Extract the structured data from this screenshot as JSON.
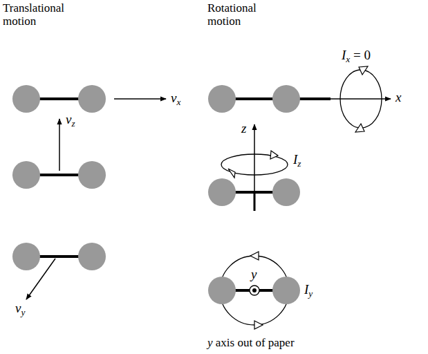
{
  "diagram": {
    "labels": [
      "Translational motion",
      "Rotational motion",
      "vx",
      "Ix = 0",
      "x",
      "vz",
      "z",
      "Iz",
      "y",
      "Iy",
      "vy",
      "y axis out of paper"
    ]
  }
}
